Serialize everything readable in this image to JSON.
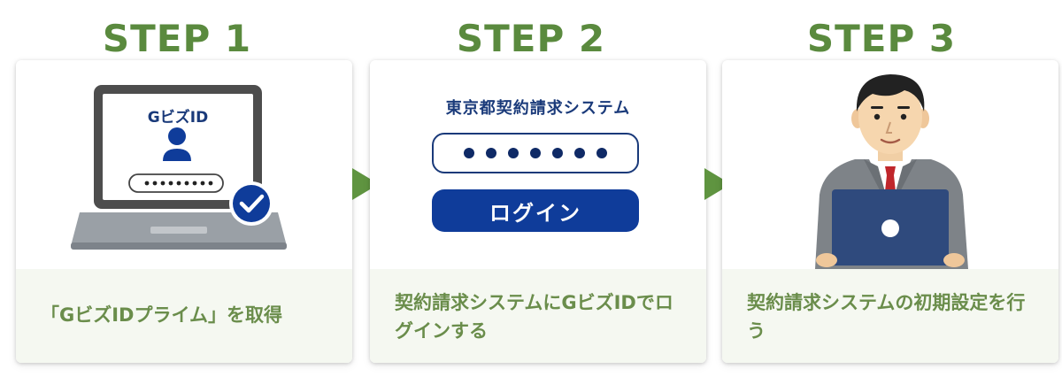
{
  "steps": [
    {
      "title": "STEP 1",
      "caption": "「GビズIDプライム」を取得",
      "screen_title": "GビズID"
    },
    {
      "title": "STEP 2",
      "caption": "契約請求システムにGビズIDでログインする",
      "system_name": "東京都契約請求システム",
      "login_label": "ログイン"
    },
    {
      "title": "STEP 3",
      "caption": "契約請求システムの初期設定を行う"
    }
  ],
  "icons": [
    "laptop-icon",
    "user-icon",
    "password-field-icon",
    "checkmark-icon",
    "arrow-right-icon",
    "businessman-icon"
  ],
  "colors": {
    "accent_green": "#5a8a3e",
    "caption_bg": "#f5f8f1",
    "navy": "#1a3a7a",
    "button_blue": "#0f3c9a"
  }
}
